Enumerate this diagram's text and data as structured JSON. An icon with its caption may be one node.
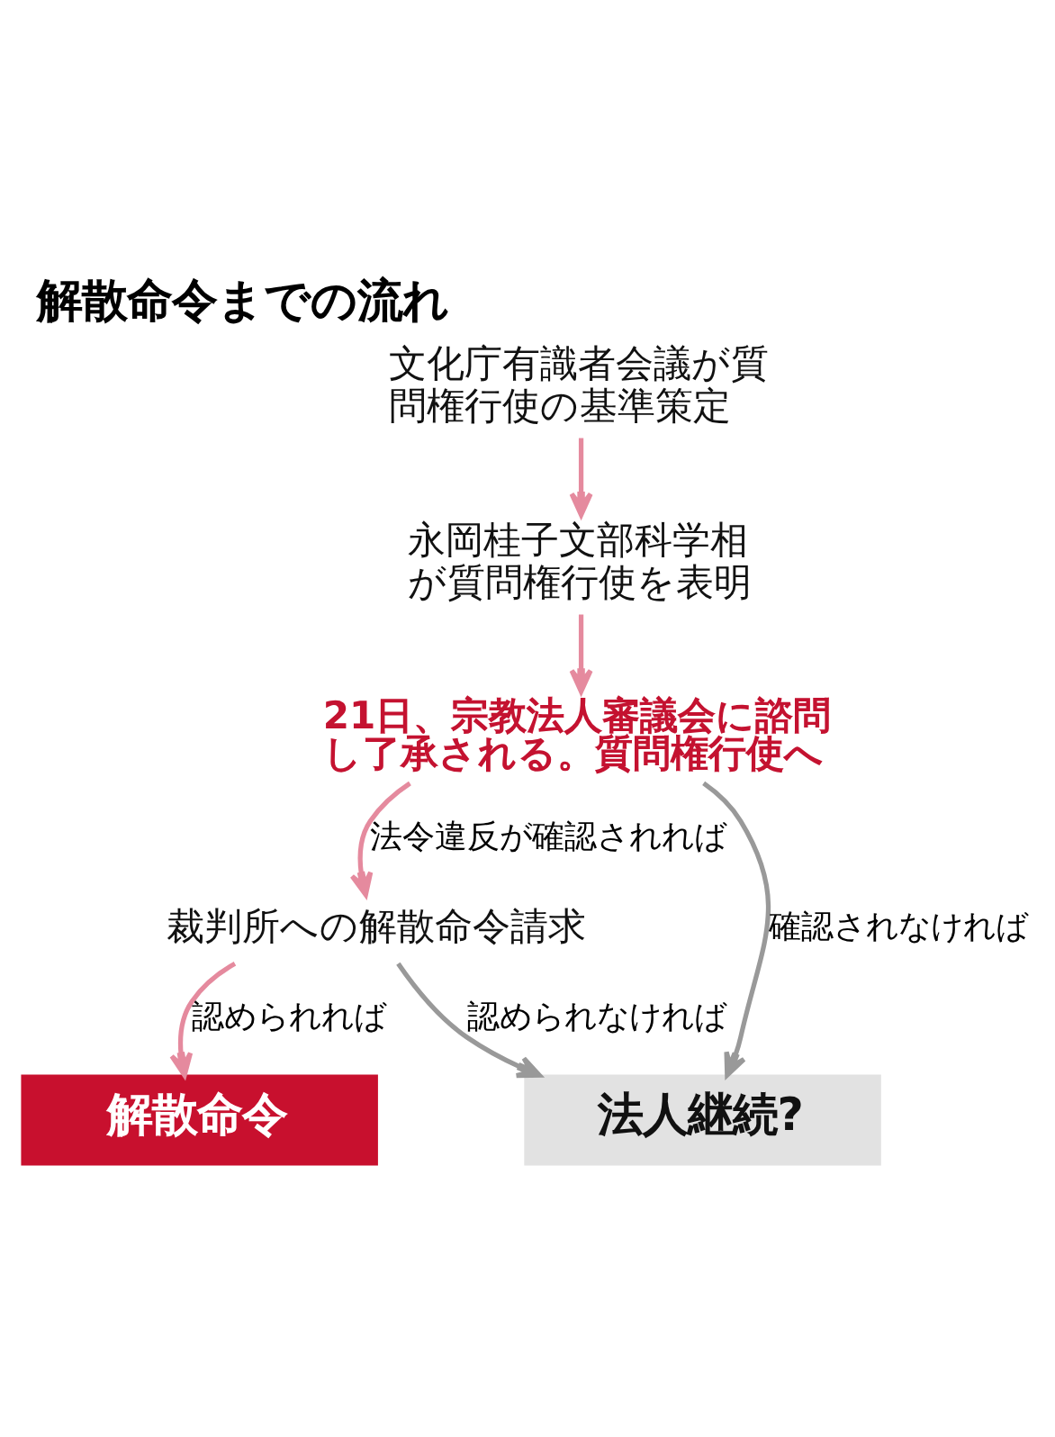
{
  "diagram": {
    "title": "解散命令までの流れ",
    "nodes": [
      {
        "text": [
          "文化庁有識者会議が質問権行使の基準策定"
        ]
      },
      {
        "text": [
          "永岡桂子文部科学相が質問権行使を表明"
        ]
      },
      {
        "text": [
          "21日、宗教法人審議会に諮問し了承される。質問権行使へ"
        ]
      },
      {
        "text": [
          "裁判所への解散命令請求"
        ]
      },
      {
        "text": [
          "解散命令"
        ]
      },
      {
        "text": [
          "法人継続?"
        ]
      }
    ],
    "edges": [
      {
        "from": 0,
        "to": 1,
        "arrow": "to"
      },
      {
        "from": 1,
        "to": 2,
        "arrow": "to"
      },
      {
        "from": 2,
        "to": 3,
        "arrow": "to",
        "label": "法令違反が確認されれば"
      },
      {
        "from": 2,
        "to": 5,
        "arrow": "to",
        "label": "確認されなければ",
        "color": "#999999"
      },
      {
        "from": 3,
        "to": 4,
        "arrow": "to",
        "label": "認められれば"
      },
      {
        "from": 3,
        "to": 5,
        "arrow": "to",
        "label": "認められなければ",
        "color": "#999999"
      }
    ]
  }
}
